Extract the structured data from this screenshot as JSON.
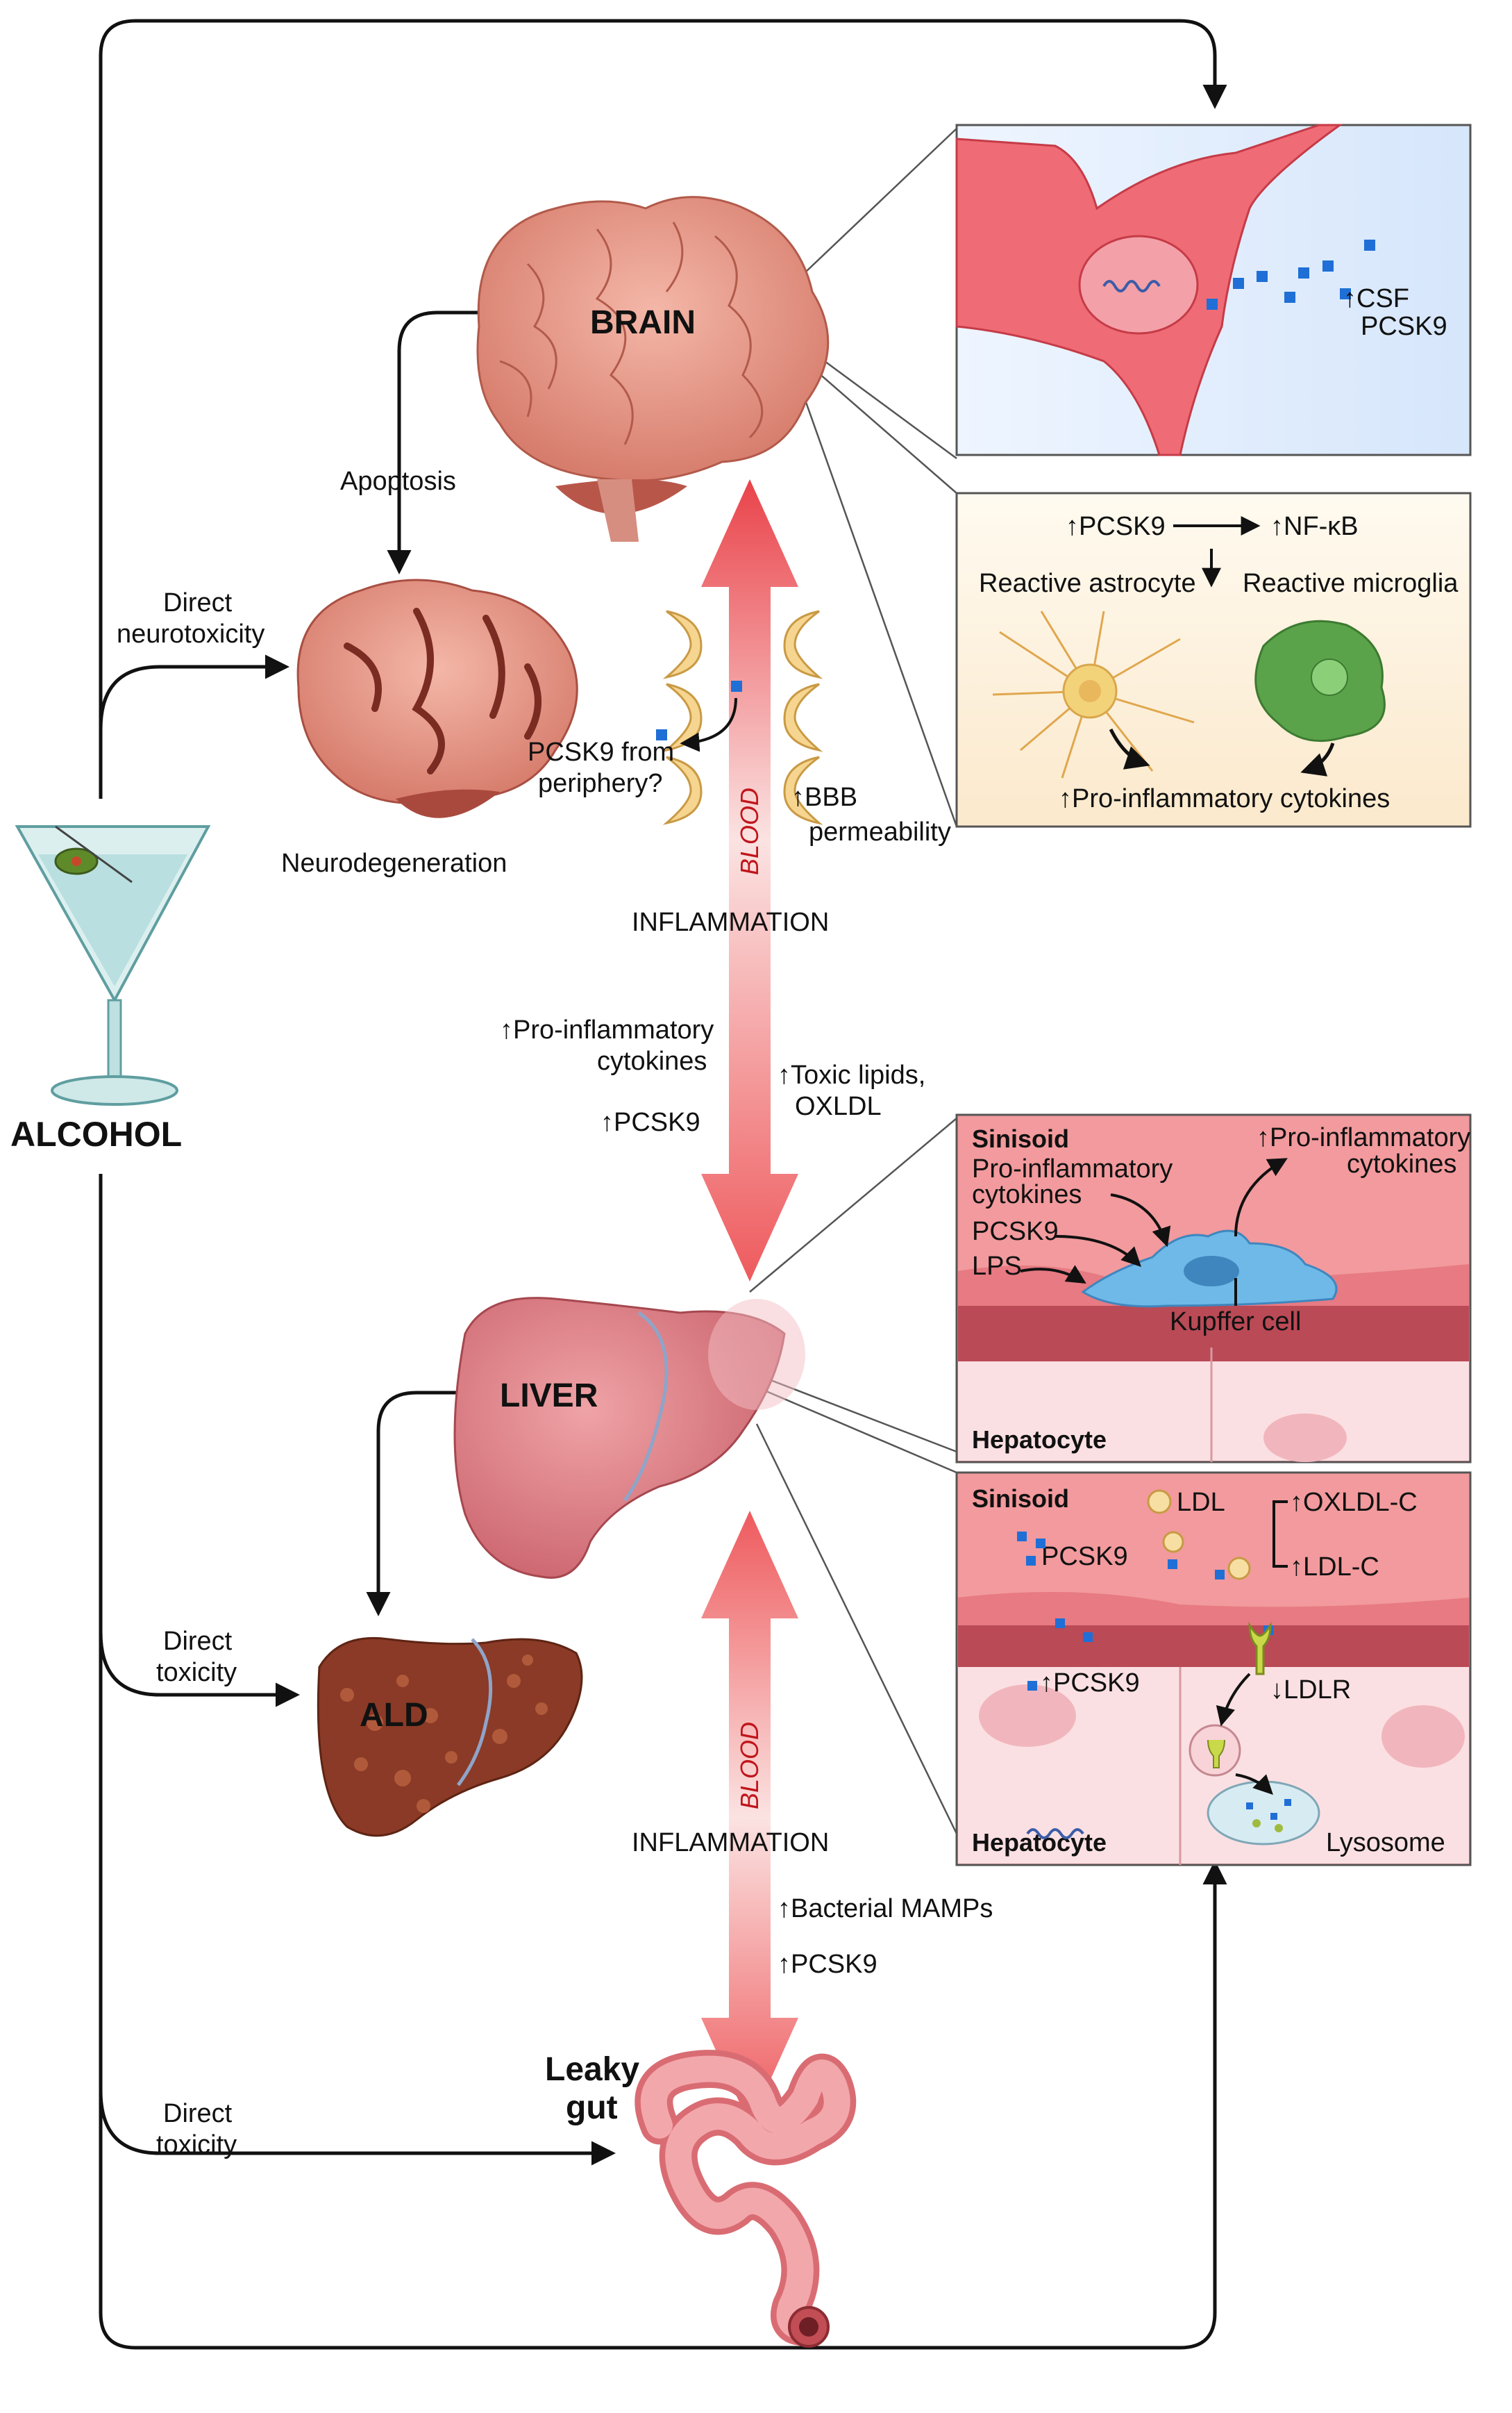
{
  "labels": {
    "brain": "BRAIN",
    "apoptosis": "Apoptosis",
    "direct_neurotoxicity_1": "Direct",
    "direct_neurotoxicity_2": "neurotoxicity",
    "neurodegeneration": "Neurodegeneration",
    "alcohol": "ALCOHOL",
    "pcsk9_periphery_1": "PCSK9 from",
    "pcsk9_periphery_2": "periphery?",
    "bbb_1": "↑BBB",
    "bbb_2": "permeability",
    "blood_top": "BLOOD",
    "inflammation_top": "INFLAMMATION",
    "proinflam_cytokines_1": "↑Pro-inflammatory",
    "proinflam_cytokines_2": "cytokines",
    "pcsk9_up": "↑PCSK9",
    "toxic_lipids_1": "↑Toxic lipids,",
    "toxic_lipids_2": "OXLDL",
    "liver": "LIVER",
    "ald": "ALD",
    "direct_toxicity_1_a": "Direct",
    "direct_toxicity_1_b": "toxicity",
    "blood_bottom": "BLOOD",
    "inflammation_bottom": "INFLAMMATION",
    "bacterial_mamps": "↑Bacterial MAMPs",
    "pcsk9_gut": "↑PCSK9",
    "leaky_gut_1": "Leaky",
    "leaky_gut_2": "gut",
    "direct_toxicity_2_a": "Direct",
    "direct_toxicity_2_b": "toxicity"
  },
  "panel_neuron": {
    "csf_1": "↑CSF",
    "csf_2": "PCSK9"
  },
  "panel_glia": {
    "pcsk9": "↑PCSK9",
    "nfkb": "↑NF-κB",
    "astrocyte": "Reactive astrocyte",
    "microglia": "Reactive microglia",
    "cytokines": "↑Pro-inflammatory cytokines"
  },
  "panel_kupffer": {
    "sinisoid": "Sinisoid",
    "out_cytokines_1": "↑Pro-inflammatory",
    "out_cytokines_2": "cytokines",
    "in_cytokines_1": "Pro-inflammatory",
    "in_cytokines_2": "cytokines",
    "pcsk9": "PCSK9",
    "lps": "LPS",
    "kupffer": "Kupffer cell",
    "hepatocyte": "Hepatocyte"
  },
  "panel_ldl": {
    "sinisoid": "Sinisoid",
    "ldl": "LDL",
    "oxldl": "↑OXLDL-C",
    "pcsk9_top": "PCSK9",
    "ldlc": "↑LDL-C",
    "pcsk9_bottom": "↑PCSK9",
    "ldlr": "↓LDLR",
    "hepatocyte": "Hepatocyte",
    "lysosome": "Lysosome"
  },
  "colors": {
    "pcsk9_marker": "#1f6fd6",
    "blood_arrow": "#e94b4b",
    "organ_pink": "#e98a84",
    "ald_brown": "#8a3a26",
    "microglia_green": "#5aa34a",
    "kupffer_blue": "#6fb9e8"
  }
}
